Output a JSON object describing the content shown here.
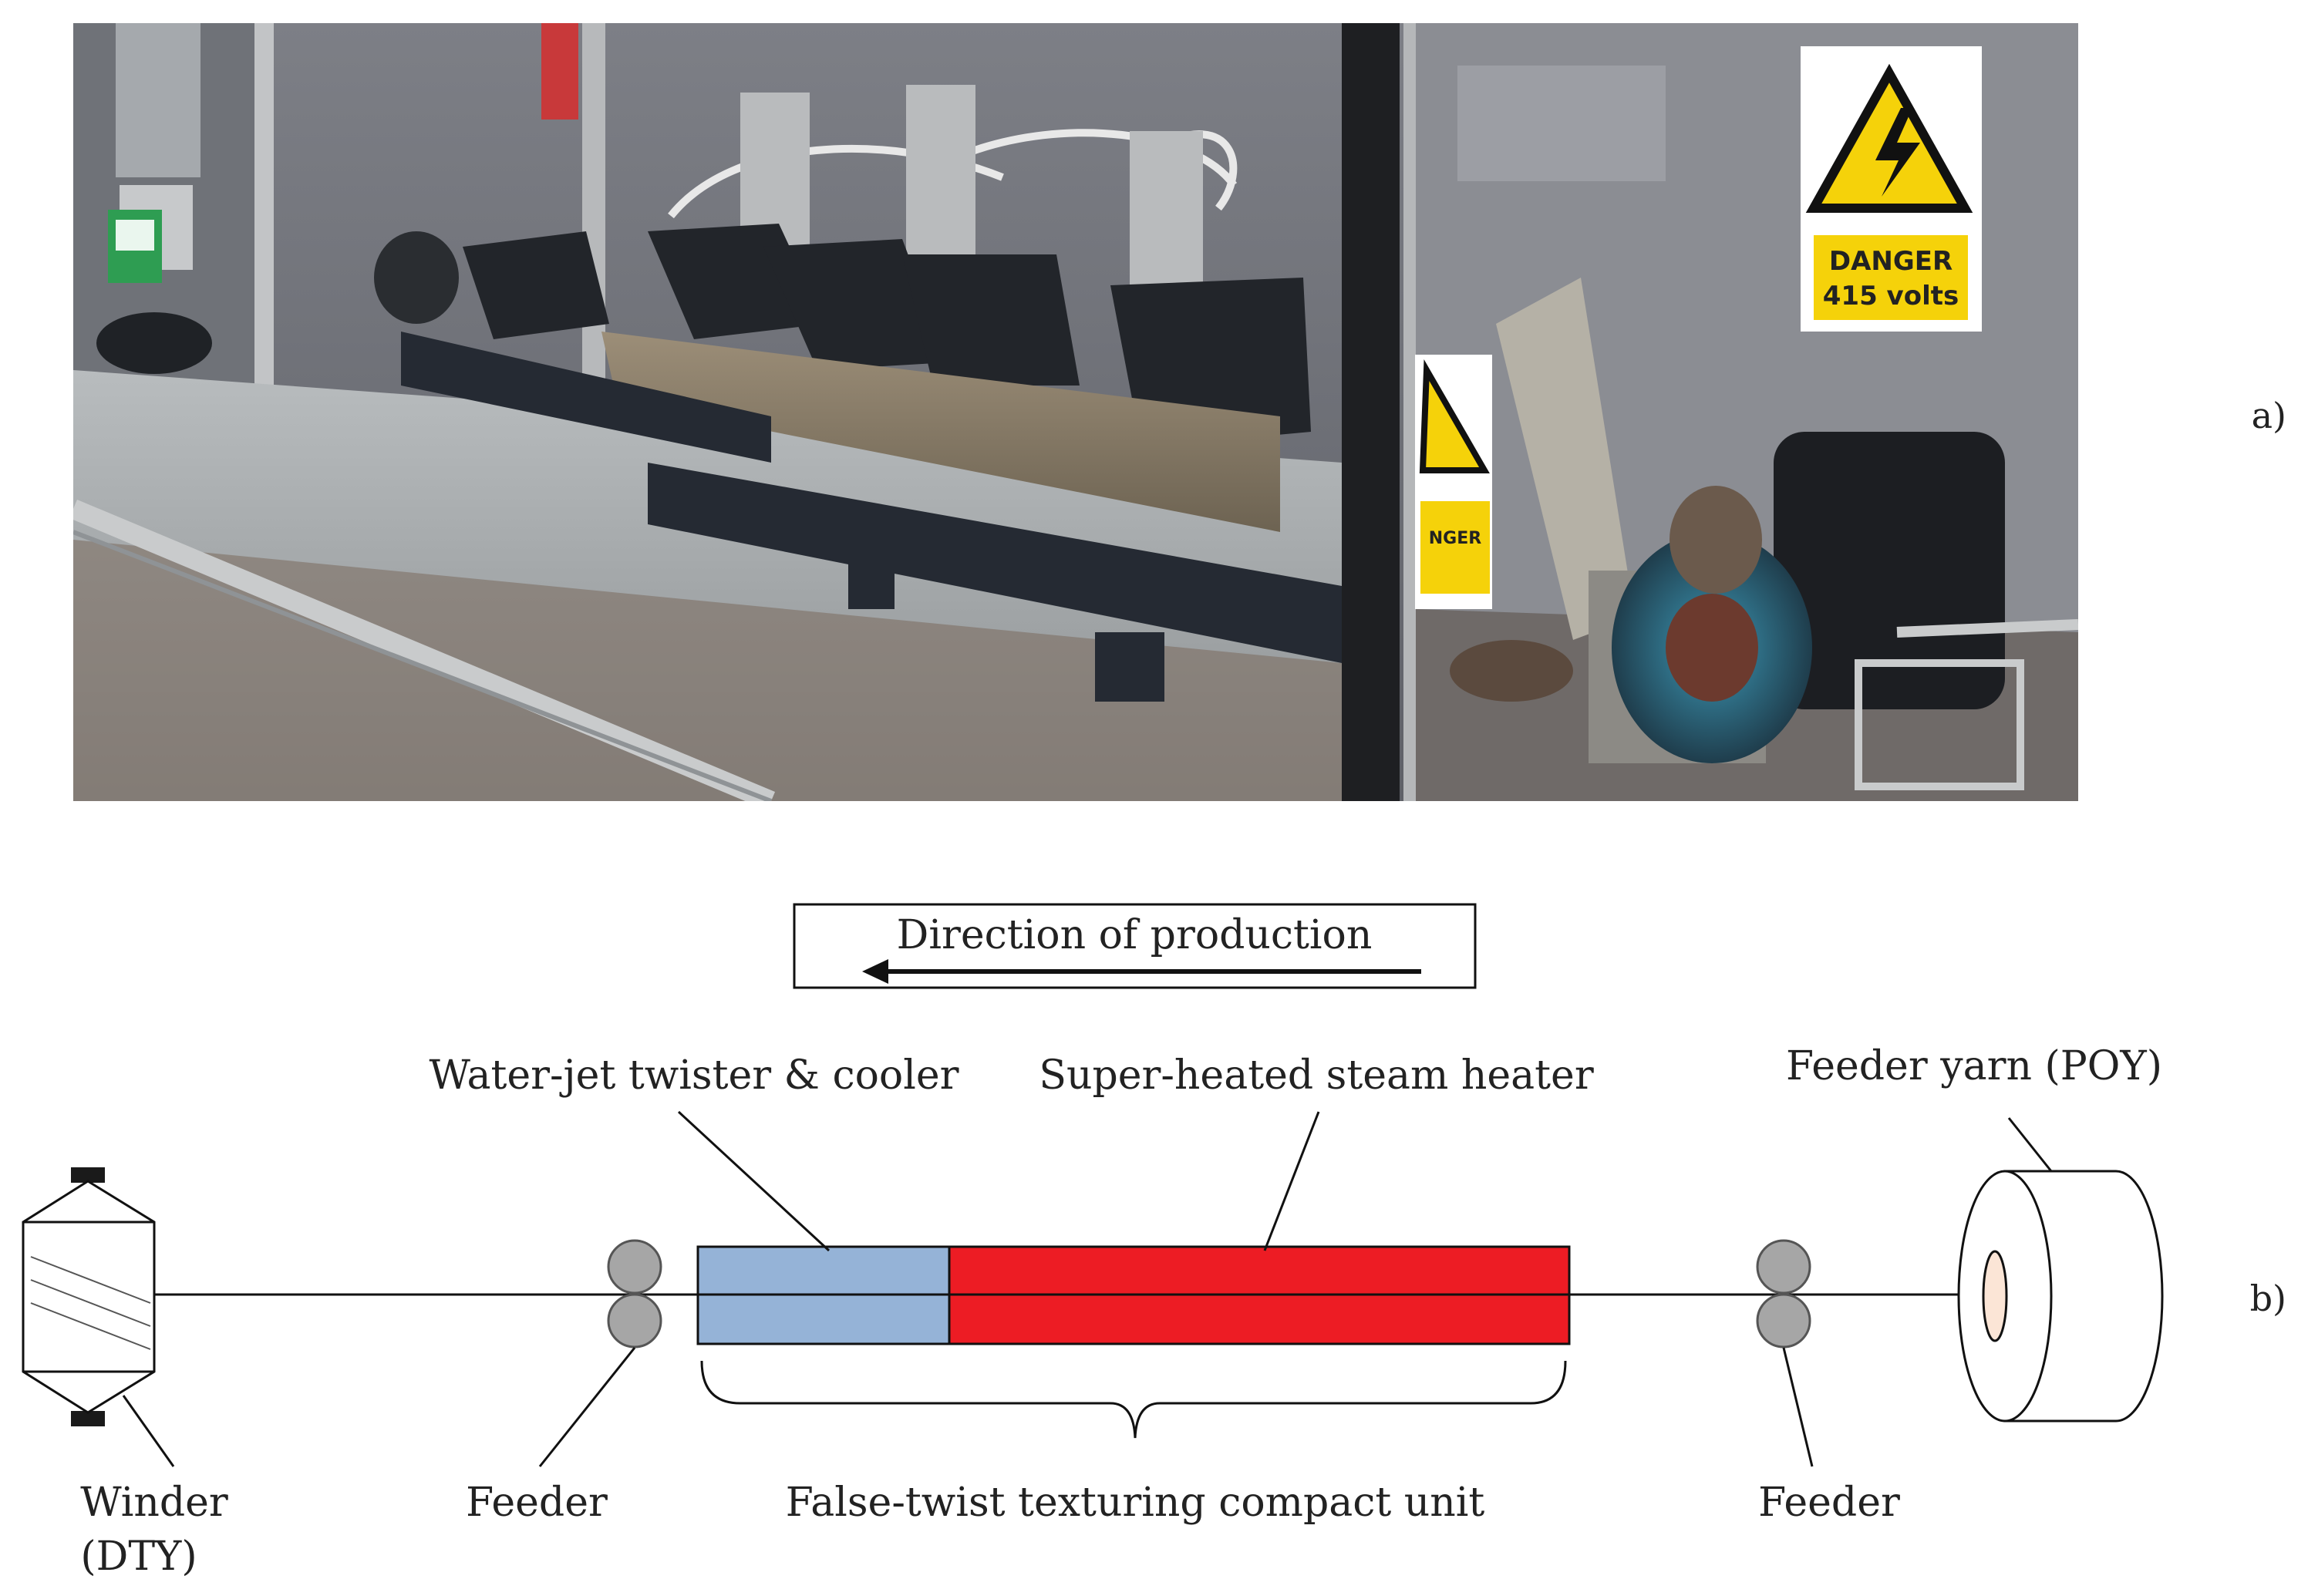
{
  "panel_labels": {
    "a": "a)",
    "b": "b)"
  },
  "photo": {
    "sign_danger_line1": "DANGER",
    "sign_danger_line2": "415 volts",
    "sign_small_partial": "NGER"
  },
  "diagram": {
    "direction_label": "Direction of production",
    "labels": {
      "water_jet": "Water-jet twister & cooler",
      "steam_heater": "Super-heated steam heater",
      "feeder_yarn": "Feeder yarn (POY)",
      "winder_line1": "Winder",
      "winder_line2": "(DTY)",
      "feeder_left": "Feeder",
      "compact_unit": "False-twist texturing compact unit",
      "feeder_right": "Feeder"
    },
    "colors": {
      "cooler": "#95b3d7",
      "heater": "#ed1c24",
      "roller": "#a6a6a6",
      "bobbin_core": "#fbe5d6",
      "winder_cap": "#1a1a1a",
      "sign_yellow": "#f5d20a",
      "machine_frame": "#2a2f3a"
    }
  }
}
